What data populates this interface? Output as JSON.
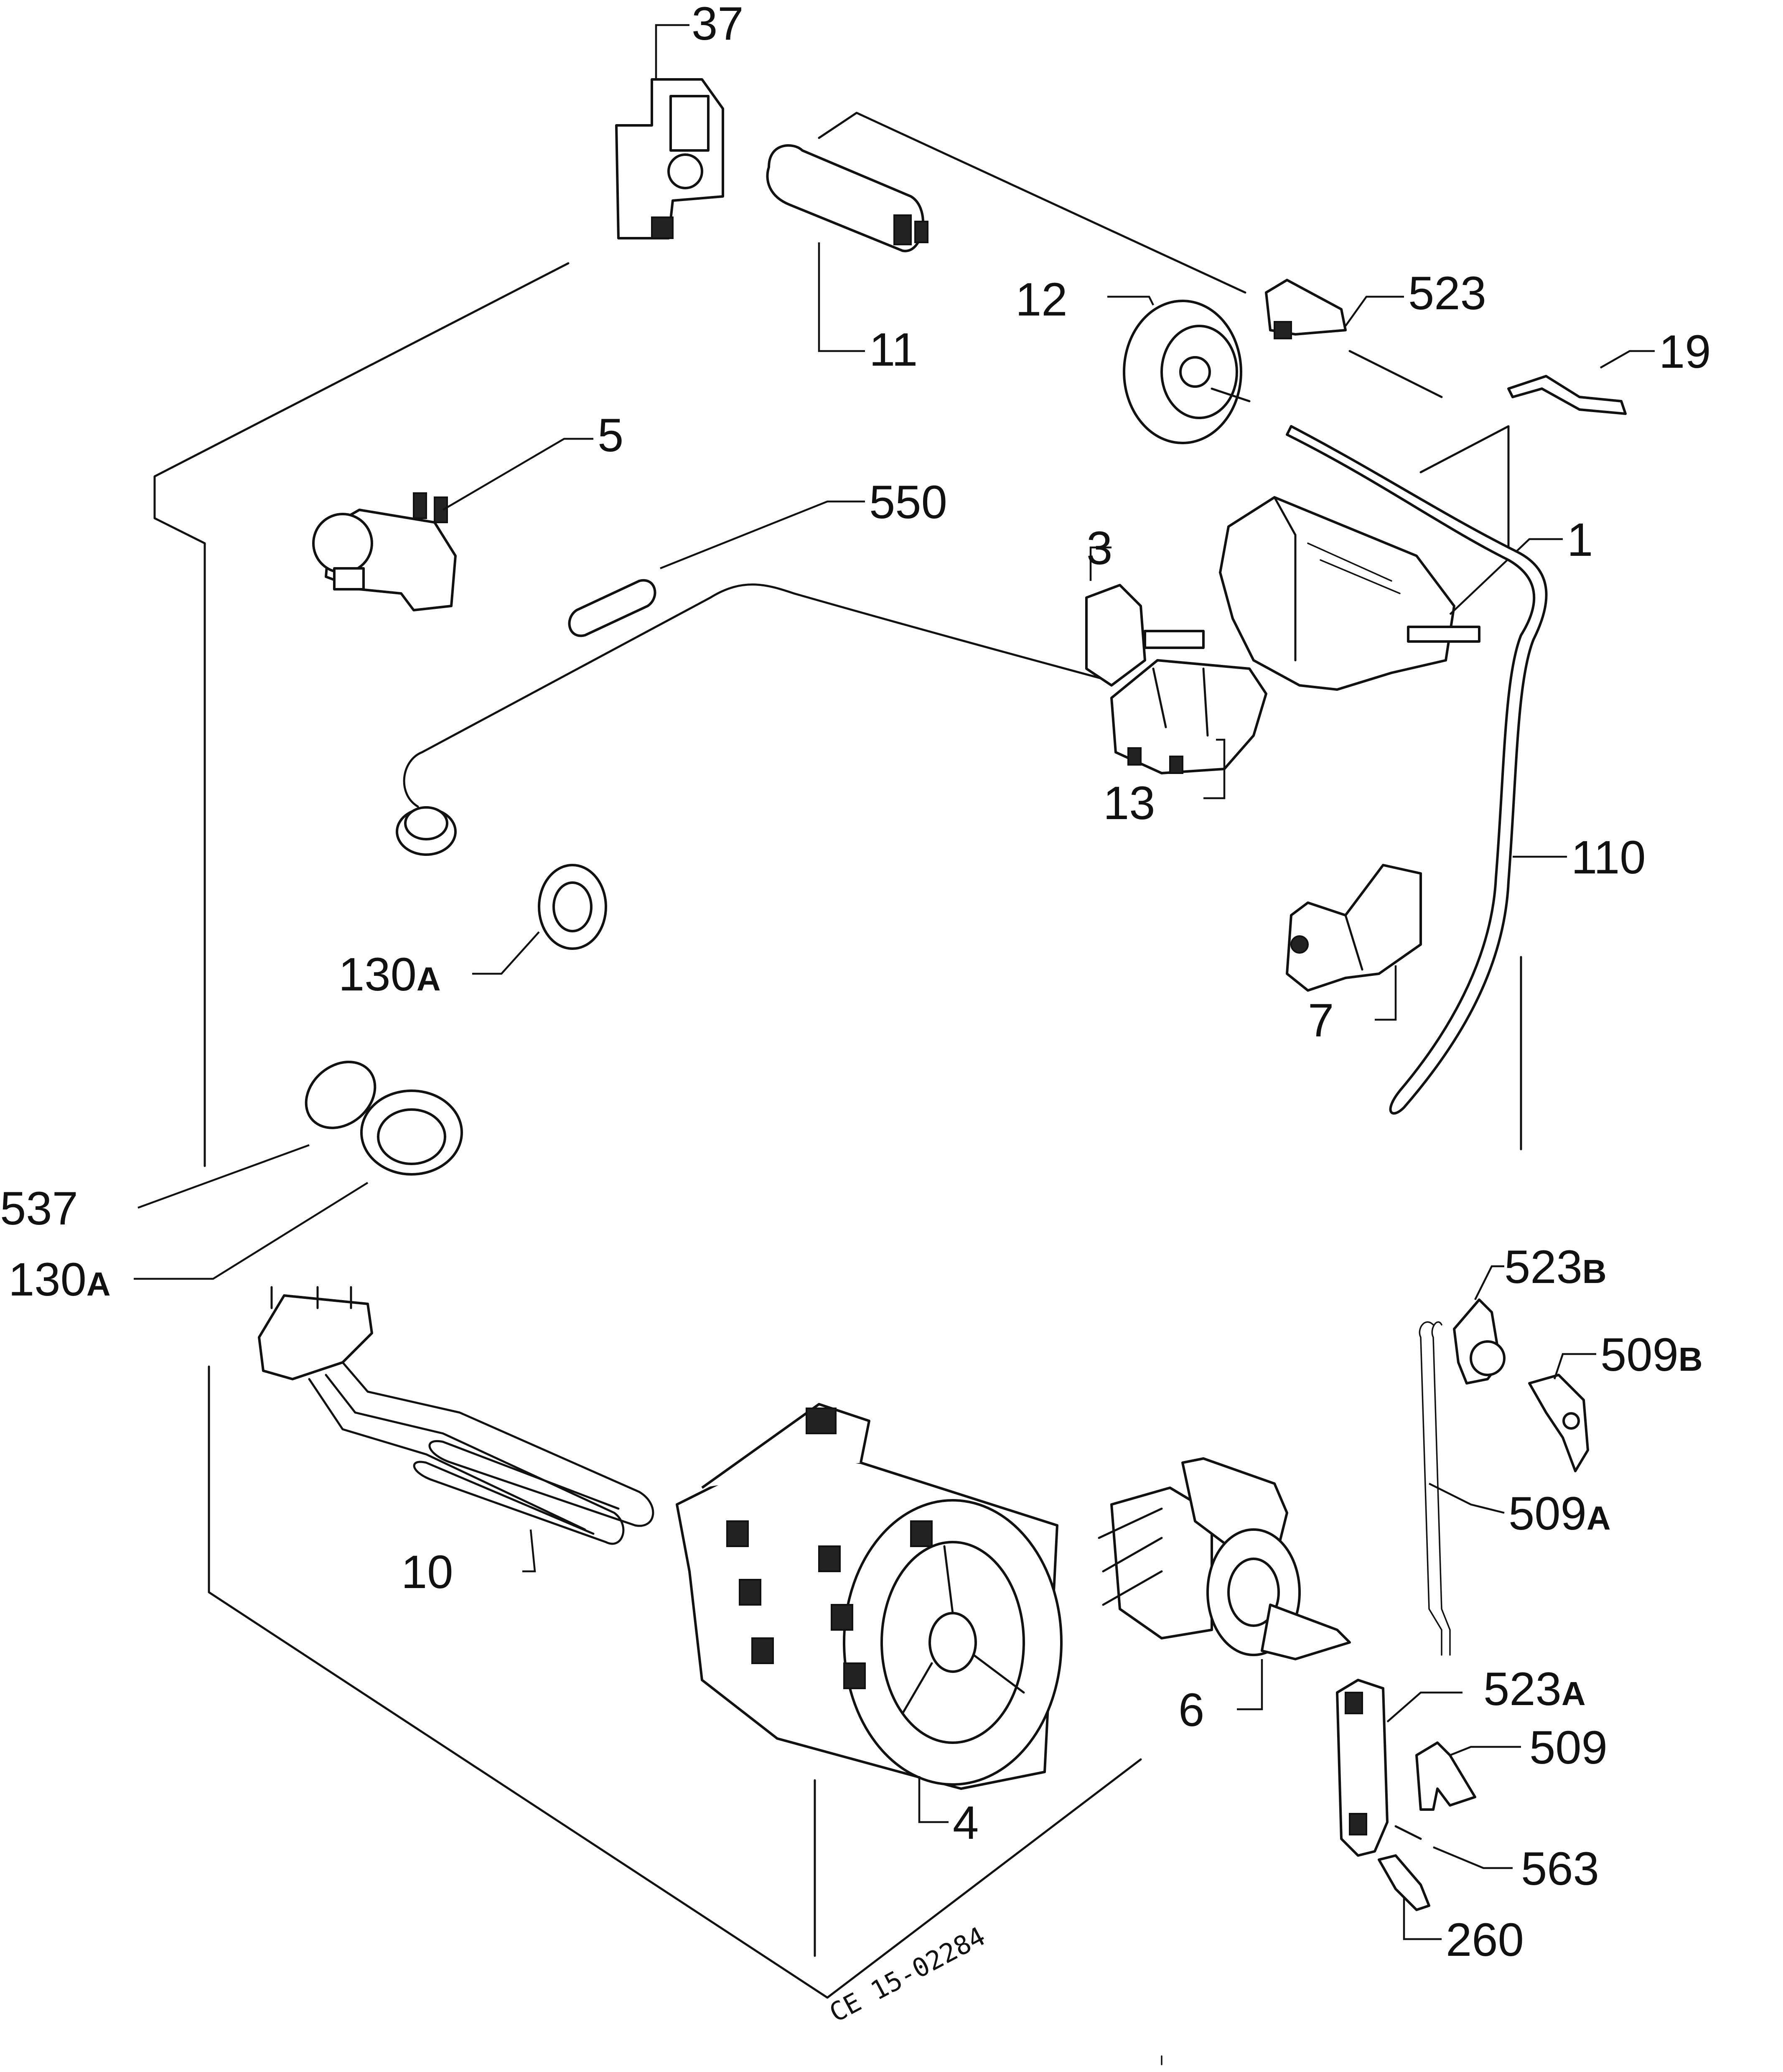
{
  "diagram_code": "CE 15-02284",
  "parts": [
    {
      "id": "p37",
      "number": "37",
      "suffix": ""
    },
    {
      "id": "p11",
      "number": "11",
      "suffix": ""
    },
    {
      "id": "p12",
      "number": "12",
      "suffix": ""
    },
    {
      "id": "p523",
      "number": "523",
      "suffix": ""
    },
    {
      "id": "p19",
      "number": "19",
      "suffix": ""
    },
    {
      "id": "p5",
      "number": "5",
      "suffix": ""
    },
    {
      "id": "p550",
      "number": "550",
      "suffix": ""
    },
    {
      "id": "p3",
      "number": "3",
      "suffix": ""
    },
    {
      "id": "p1",
      "number": "1",
      "suffix": ""
    },
    {
      "id": "p13",
      "number": "13",
      "suffix": ""
    },
    {
      "id": "p110",
      "number": "110",
      "suffix": ""
    },
    {
      "id": "p130a1",
      "number": "130",
      "suffix": "A"
    },
    {
      "id": "p7",
      "number": "7",
      "suffix": ""
    },
    {
      "id": "p537",
      "number": "537",
      "suffix": ""
    },
    {
      "id": "p130a2",
      "number": "130",
      "suffix": "A"
    },
    {
      "id": "p523b",
      "number": "523",
      "suffix": "B"
    },
    {
      "id": "p509b",
      "number": "509",
      "suffix": "B"
    },
    {
      "id": "p509a",
      "number": "509",
      "suffix": "A"
    },
    {
      "id": "p10",
      "number": "10",
      "suffix": ""
    },
    {
      "id": "p6",
      "number": "6",
      "suffix": ""
    },
    {
      "id": "p523a",
      "number": "523",
      "suffix": "A"
    },
    {
      "id": "p509",
      "number": "509",
      "suffix": ""
    },
    {
      "id": "p4",
      "number": "4",
      "suffix": ""
    },
    {
      "id": "p563",
      "number": "563",
      "suffix": ""
    },
    {
      "id": "p260",
      "number": "260",
      "suffix": ""
    }
  ]
}
